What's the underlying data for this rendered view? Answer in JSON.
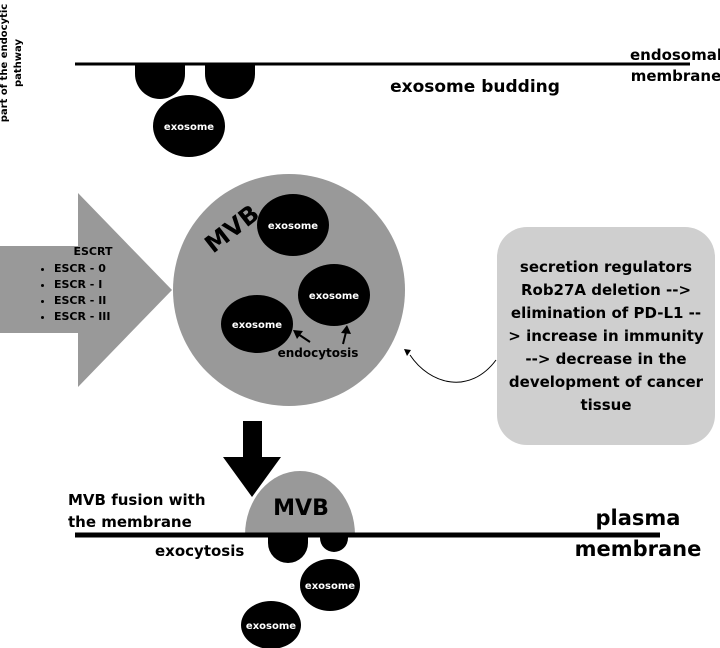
{
  "labels": {
    "pathway": "part of the endocytic pathway",
    "endosomal_membrane": "endosomal\nmembrane",
    "exosome_budding": "exosome budding",
    "exosome": "exosome",
    "mvb": "MVB",
    "endocytosis": "endocytosis",
    "fusion": "MVB fusion with\nthe membrane",
    "exocytosis": "exocytosis",
    "plasma_membrane": "plasma\nmembrane"
  },
  "escrt": {
    "title": "ESCRT",
    "items": [
      "ESCR - 0",
      "ESCR - I",
      "ESCR - II",
      "ESCR - III"
    ]
  },
  "regulators": {
    "text": "secretion regulators Rob27A deletion --> elimination of PD-L1 --> increase in immunity --> decrease in the development of cancer tissue"
  },
  "colors": {
    "gray": "#999999",
    "light_gray": "#cfcfcf",
    "black": "#000000"
  }
}
